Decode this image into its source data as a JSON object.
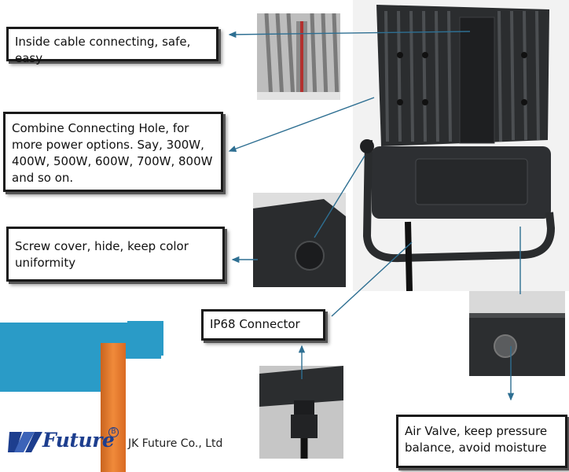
{
  "callouts": {
    "cable": "Inside cable connecting, safe, easy",
    "hole": "Combine Connecting Hole, for more power options. Say, 300W, 400W, 500W, 600W, 700W, 800W and so on.",
    "screw": "Screw cover, hide, keep color uniformity",
    "connector": "IP68 Connector",
    "valve": "Air Valve, keep pressure balance, avoid moisture"
  },
  "brand": {
    "logo_word": "Future",
    "logo_mark": "B",
    "company": "JK Future Co., Ltd"
  },
  "colors": {
    "cyan_band": "#2a9bc7",
    "orange_band": "#e9772b",
    "arrow": "#2e6f92",
    "logo_blue": "#1d3e8e"
  }
}
